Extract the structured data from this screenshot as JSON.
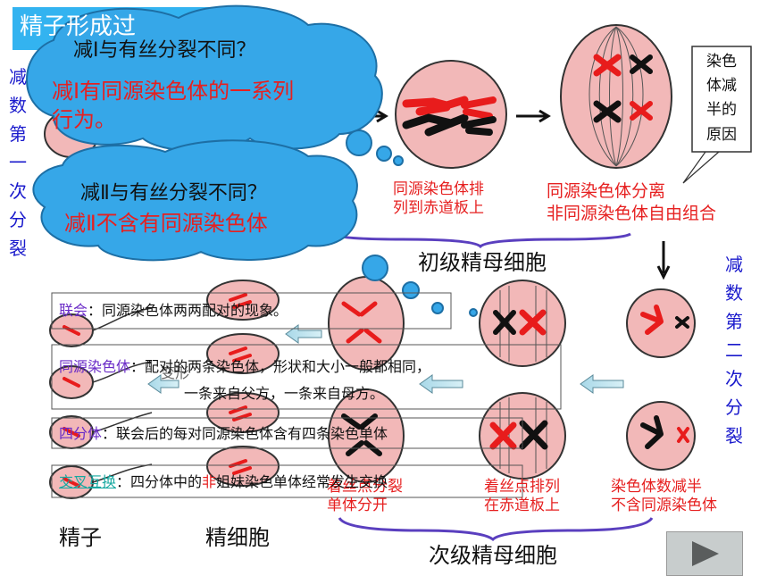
{
  "title": "精子形成过",
  "left_vertical": [
    "减",
    "数",
    "第",
    "一",
    "次",
    "分",
    "裂"
  ],
  "right_vertical": [
    "减",
    "数",
    "第",
    "二",
    "次",
    "分",
    "裂"
  ],
  "callout": [
    "染色",
    "体减",
    "半的",
    "原因"
  ],
  "cloud_top": {
    "question": "减Ⅰ与有丝分裂不同？",
    "answer_line1": "减Ⅰ有同源染色体的一系列",
    "answer_line2": "行为。"
  },
  "cloud_bottom": {
    "question": "减Ⅱ与有丝分裂不同？",
    "answer": "减Ⅱ不含有同源染色体"
  },
  "labels": {
    "synapsis_line1": "同源染色体排",
    "synapsis_line2": "列到赤道板上",
    "separation_line1": "同源染色体分离",
    "separation_line2": "非同源染色体自由组合",
    "primary": "初级精母细胞",
    "secondary": "次级精母细胞",
    "sperm": "精子",
    "spermatid": "精细胞",
    "transform": "变形",
    "halved_line1": "染色体数减半",
    "halved_line2": "不含同源染色体",
    "centromere_line1": "着丝点排列",
    "centromere_line2": "在赤道板上",
    "chromatid_line1": "着丝点分裂",
    "chromatid_line2": "单体分开"
  },
  "definitions": {
    "lianhui_term": "联会",
    "lianhui_text": "：同源染色体两两配对的现象。",
    "tongyuan_term": "同源染色体",
    "tongyuan_text1": "：配对的两条染色体，形状和大小一般都相同，",
    "tongyuan_text2": "一条来自父方，一条来自母方。",
    "sifenti_term": "四分体",
    "sifenti_text": "：联会后的每对同源染色体含有四条染色单体",
    "jiaocha_term": "交叉互换",
    "jiaocha_text_a": "：四分体中的",
    "jiaocha_text_fei": "非",
    "jiaocha_text_b": "姐妹染色单体经常发生交换"
  },
  "colors": {
    "title_bg": "#33b3f0",
    "cloud": "#36a7e8",
    "cell": "#f2b8b8",
    "chrom_red": "#e81c1c",
    "text_red": "#e62020",
    "blue_text": "#1a1acc",
    "bracket": "#5a3fbf"
  },
  "nav_icon": "play-next-icon"
}
